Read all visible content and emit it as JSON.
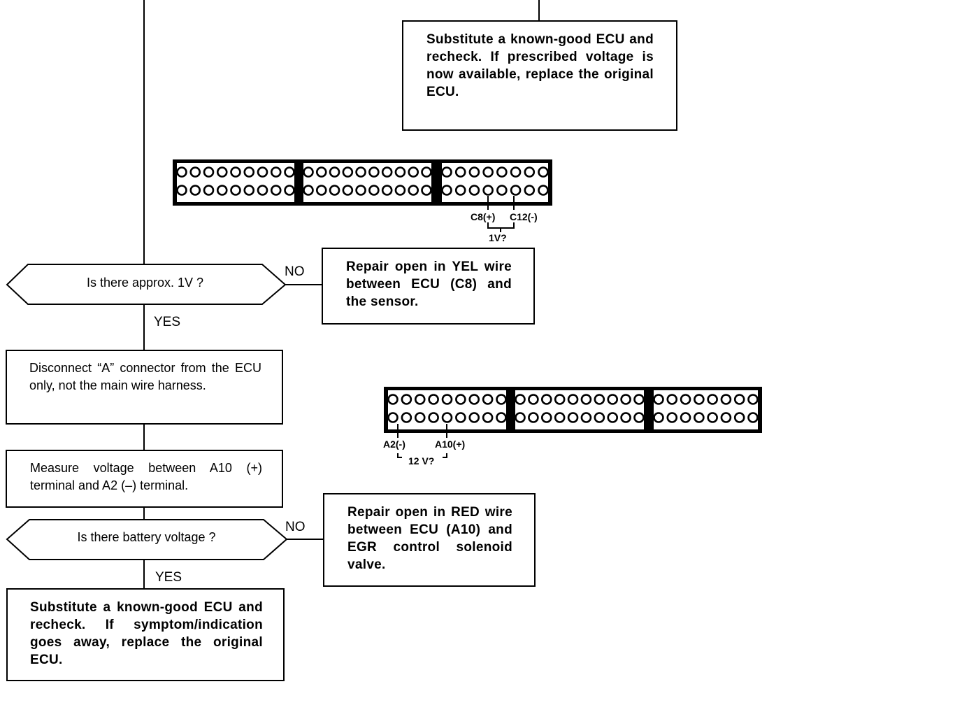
{
  "top_box": {
    "text": "Substitute a known-good ECU and recheck. If prescribed voltage is now available, replace the original ECU."
  },
  "connector_c": {
    "left_label": "C8(+)",
    "right_label": "C12(-)",
    "question": "1V?"
  },
  "decision_1": {
    "text": "Is there approx. 1V ?",
    "no_label": "NO",
    "yes_label": "YES"
  },
  "repair_1": {
    "text": "Repair open in YEL wire between ECU (C8) and the sensor."
  },
  "disconnect_box": {
    "text": "Disconnect “A” connector from the ECU only, not the main wire harness."
  },
  "measure_box": {
    "text": "Measure voltage between A10 (+) terminal and A2 (–) terminal."
  },
  "connector_a": {
    "left_label": "A2(-)",
    "right_label": "A10(+)",
    "question": "12 V?"
  },
  "decision_2": {
    "text": "Is there battery voltage ?",
    "no_label": "NO",
    "yes_label": "YES"
  },
  "repair_2": {
    "text": "Repair open in RED wire between ECU (A10) and EGR control solenoid valve."
  },
  "final_box": {
    "text": "Substitute a known-good ECU and recheck. If symptom/indication goes away, replace the original ECU."
  }
}
